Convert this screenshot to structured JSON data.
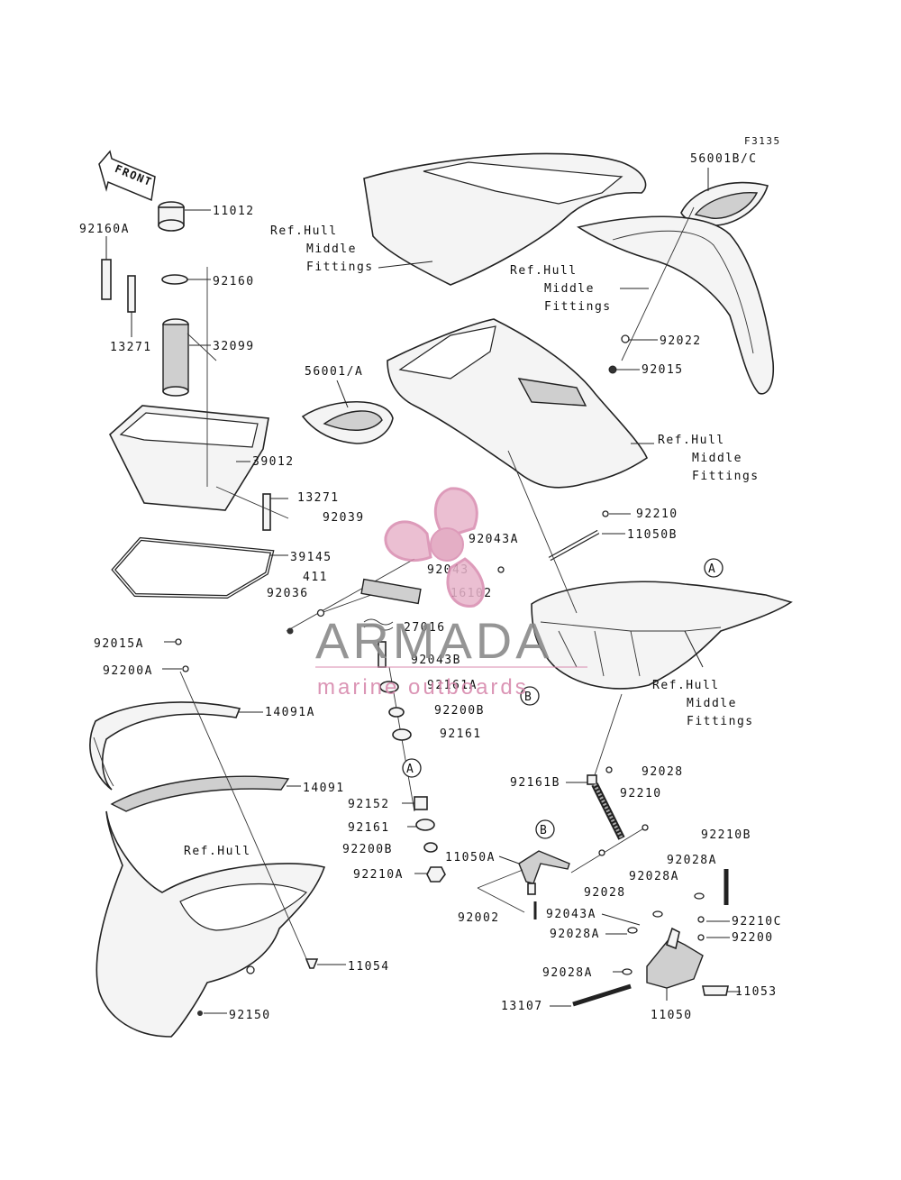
{
  "figure_code": "F3135",
  "front_arrow": {
    "text": "FRONT",
    "icon": "front-direction-arrow-icon"
  },
  "watermark": {
    "brand": "ARMADA",
    "tagline": "marine outboards",
    "logo_icon": "propeller-logo-icon",
    "colors": {
      "logo": "#e0a0bc",
      "brand_text": "#8a8a8a",
      "tagline_text": "#d88aae"
    }
  },
  "callouts": {
    "c92160A": "92160A",
    "c11012": "11012",
    "c92160": "92160",
    "c13271a": "13271",
    "c32099": "32099",
    "c39012": "39012",
    "c13271b": "13271",
    "c92039": "92039",
    "c39145": "39145",
    "c56001A": "56001/A",
    "c56001BC": "56001B/C",
    "c92022": "92022",
    "c92015": "92015",
    "c92210a": "92210",
    "c11050B": "11050B",
    "c92043A": "92043A",
    "c92043": "92043",
    "c411": "411",
    "c92036": "92036",
    "c16102": "16102",
    "c27016": "27016",
    "c92043B": "92043B",
    "c92161A": "92161A",
    "c92200B": "92200B",
    "c92161a": "92161",
    "c92015A": "92015A",
    "c92200A": "92200A",
    "c14091A": "14091A",
    "c14091": "14091",
    "c92152": "92152",
    "c92161b": "92161",
    "c92200Bb": "92200B",
    "c92210A": "92210A",
    "c92161B": "92161B",
    "c92028a": "92028",
    "c92210b": "92210",
    "c11050A": "11050A",
    "c92002": "92002",
    "c92028b": "92028",
    "c92210B": "92210B",
    "c92028Aa": "92028A",
    "c92028Ab": "92028A",
    "c92043Ab": "92043A",
    "c92028Ac": "92028A",
    "c92210C": "92210C",
    "c92200": "92200",
    "c92028Ad": "92028A",
    "c11053": "11053",
    "c13107": "13107",
    "c11050": "11050",
    "c11054": "11054",
    "c92150": "92150"
  },
  "ref_labels": {
    "r1": [
      "Ref.Hull",
      "Middle",
      "Fittings"
    ],
    "r2": [
      "Ref.Hull",
      "Middle",
      "Fittings"
    ],
    "r3": [
      "Ref.Hull",
      "Middle",
      "Fittings"
    ],
    "r4": [
      "Ref.Hull",
      "Middle",
      "Fittings"
    ],
    "r5": "Ref.Hull"
  },
  "markers": {
    "A": "A",
    "B": "B"
  }
}
